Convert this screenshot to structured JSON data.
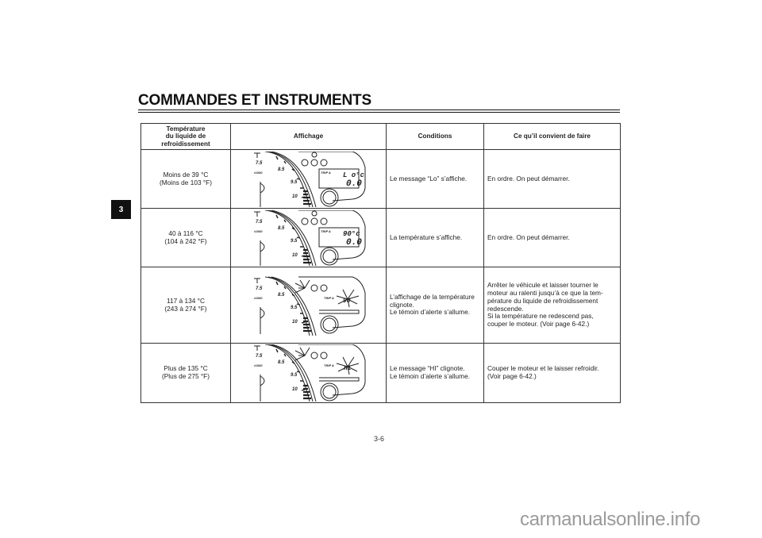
{
  "header": {
    "title": "COMMANDES ET INSTRUMENTS",
    "section_tab": "3"
  },
  "table": {
    "columns": [
      "Température\ndu liquide de\nrefroidissement",
      "Affichage",
      "Conditions",
      "Ce qu’il convient de faire"
    ],
    "rows": [
      {
        "temperature": "Moins de 39 °C\n(Moins de 103 °F)",
        "display": {
          "icon": "instrument-cluster-lo-icon",
          "lcd_top": "Lo °C",
          "lcd_bottom": "0.0",
          "trip": "TRIP A",
          "blinking": false
        },
        "conditions": "Le message “Lo” s’affiche.",
        "action": "En ordre. On peut démarrer."
      },
      {
        "temperature": "40 à 116 °C\n(104 à 242 °F)",
        "display": {
          "icon": "instrument-cluster-temp-icon",
          "lcd_top": "90 °C",
          "lcd_bottom": "0.0",
          "trip": "TRIP A",
          "blinking": false
        },
        "conditions": "La température s’affiche.",
        "action": "En ordre. On peut démarrer."
      },
      {
        "temperature": "117 à 134 °C\n(243 à 274 °F)",
        "display": {
          "icon": "instrument-cluster-temp-blinking-icon",
          "lcd_top": "",
          "lcd_bottom": "",
          "trip": "TRIP A",
          "blinking": true
        },
        "conditions": "L’affichage de la température\nclignote.\nLe témoin d’alerte s’allume.",
        "action": "Arrêter le véhicule et laisser tourner le\nmoteur au ralenti jusqu’à ce que la tem-\npérature du liquide de refroidissement\nredescende.\nSi la température ne redescend pas,\ncouper le moteur. (Voir page 6-42.)"
      },
      {
        "temperature": "Plus de 135 °C\n(Plus de 275 °F)",
        "display": {
          "icon": "instrument-cluster-hi-blinking-icon",
          "lcd_top": "",
          "lcd_bottom": "",
          "trip": "TRIP A",
          "blinking": true
        },
        "conditions": "Le message “HI” clignote.\nLe témoin d’alerte s’allume.",
        "action": "Couper le moteur et le laisser refroidir.\n(Voir page 6-42.)"
      }
    ]
  },
  "footer": {
    "page_number": "3-6",
    "watermark": "carmanualsonline.info"
  }
}
